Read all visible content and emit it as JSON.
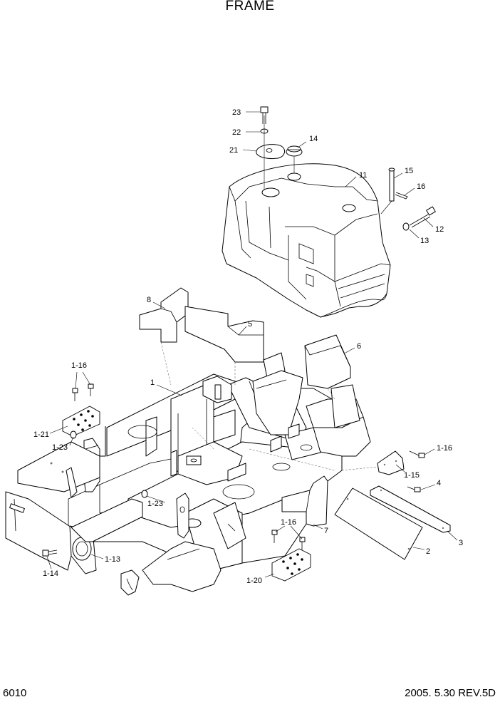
{
  "title": "FRAME",
  "page_number": "6010",
  "revision": "2005. 5.30 REV.5D",
  "callouts": [
    {
      "id": "c23",
      "label": "23"
    },
    {
      "id": "c22",
      "label": "22"
    },
    {
      "id": "c21",
      "label": "21"
    },
    {
      "id": "c14",
      "label": "14"
    },
    {
      "id": "c11",
      "label": "11"
    },
    {
      "id": "c15",
      "label": "15"
    },
    {
      "id": "c16",
      "label": "16"
    },
    {
      "id": "c12",
      "label": "12"
    },
    {
      "id": "c13",
      "label": "13"
    },
    {
      "id": "c8",
      "label": "8"
    },
    {
      "id": "c5",
      "label": "5"
    },
    {
      "id": "c6",
      "label": "6"
    },
    {
      "id": "c1",
      "label": "1"
    },
    {
      "id": "c1-16a",
      "label": "1-16"
    },
    {
      "id": "c1-21",
      "label": "1-21"
    },
    {
      "id": "c1-23a",
      "label": "1-23"
    },
    {
      "id": "c1-16b",
      "label": "1-16"
    },
    {
      "id": "c1-15",
      "label": "1-15"
    },
    {
      "id": "c4",
      "label": "4"
    },
    {
      "id": "c1-23b",
      "label": "1-23"
    },
    {
      "id": "c1-16c",
      "label": "1-16"
    },
    {
      "id": "c7",
      "label": "7"
    },
    {
      "id": "c3",
      "label": "3"
    },
    {
      "id": "c2",
      "label": "2"
    },
    {
      "id": "c1-13",
      "label": "1-13"
    },
    {
      "id": "c1-14",
      "label": "1-14"
    },
    {
      "id": "c1-20",
      "label": "1-20"
    }
  ]
}
